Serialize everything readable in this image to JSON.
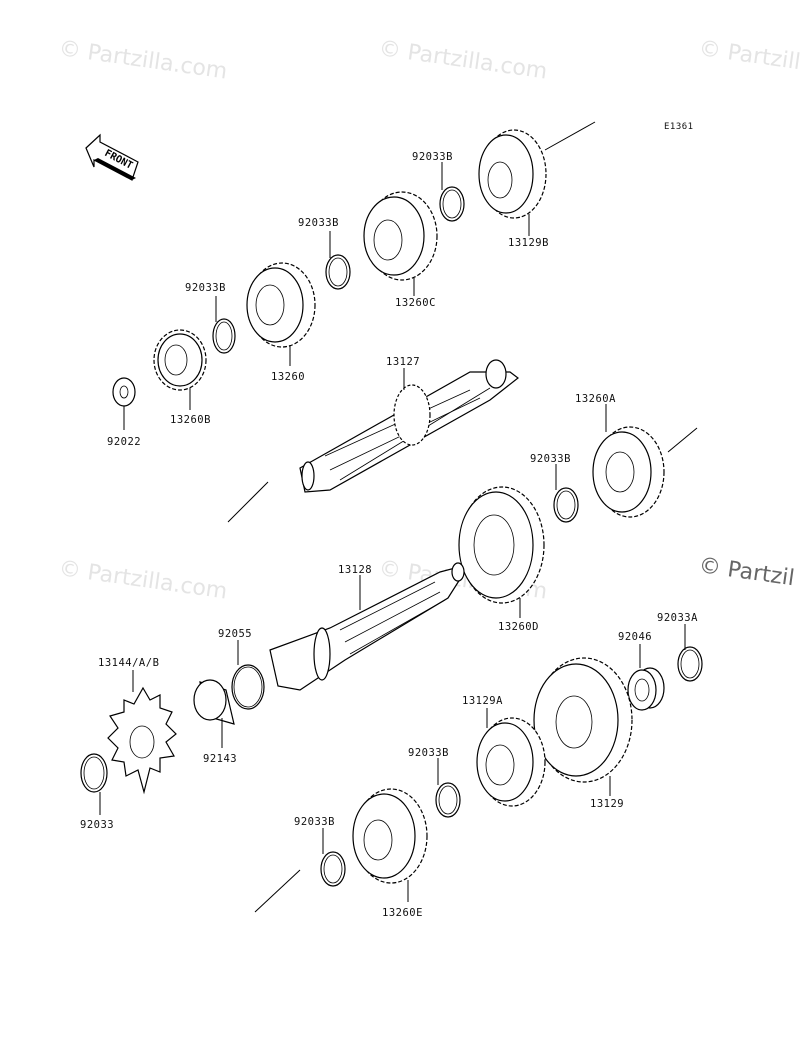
{
  "diagram_code": "E1361",
  "front_label": "FRONT",
  "watermark_text": "© Partzilla.com",
  "watermark_edge_text": "© Partzil",
  "callouts": {
    "p92022": "92022",
    "p13260B": "13260B",
    "p92033B_1": "92033B",
    "p13260": "13260",
    "p92033B_2": "92033B",
    "p13260C": "13260C",
    "p92033B_3": "92033B",
    "p13129B": "13129B",
    "p13127": "13127",
    "p13260A": "13260A",
    "p92033B_4": "92033B",
    "p13260D": "13260D",
    "p13128": "13128",
    "p92055": "92055",
    "p92143": "92143",
    "p13144": "13144/A/B",
    "p92033": "92033",
    "p92046": "92046",
    "p92033A": "92033A",
    "p13129A": "13129A",
    "p13129": "13129",
    "p92033B_5": "92033B",
    "p92033B_6": "92033B",
    "p13260E": "13260E"
  }
}
